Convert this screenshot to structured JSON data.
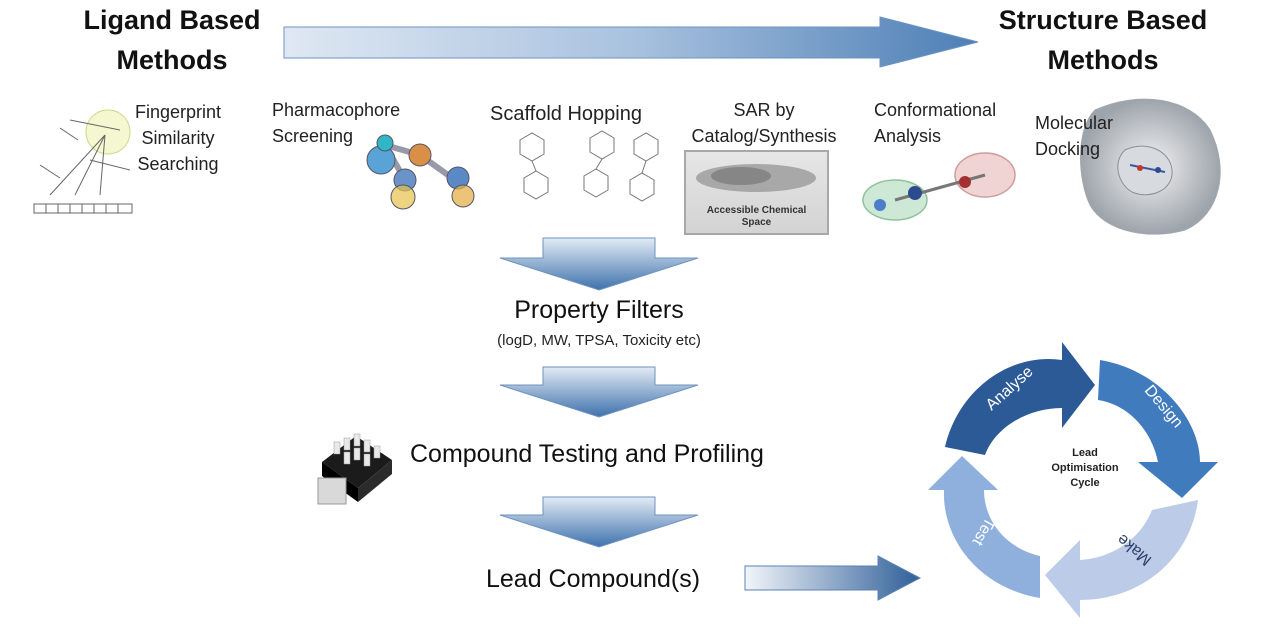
{
  "header": {
    "left_line1": "Ligand Based",
    "left_line2": "Methods",
    "right_line1": "Structure Based",
    "right_line2": "Methods"
  },
  "methods": {
    "fingerprint": [
      "Fingerprint",
      "Similarity",
      "Searching"
    ],
    "pharmacophore": [
      "Pharmacophore",
      "Screening"
    ],
    "scaffold": "Scaffold Hopping",
    "sar": [
      "SAR by",
      "Catalog/Synthesis"
    ],
    "sar_caption": [
      "Accessible Chemical",
      "Space"
    ],
    "conformational": [
      "Conformational",
      "Analysis"
    ],
    "docking": [
      "Molecular",
      "Docking"
    ]
  },
  "pipeline": {
    "property_filters": "Property Filters",
    "property_filters_sub": "(logD, MW, TPSA, Toxicity etc)",
    "testing": "Compound Testing and Profiling",
    "lead": "Lead Compound(s)"
  },
  "cycle": {
    "center": [
      "Lead",
      "Optimisation",
      "Cycle"
    ],
    "analyse": "Analyse",
    "design": "Design",
    "make": "Make",
    "test": "Test",
    "colors": {
      "analyse": "#2c5a97",
      "design": "#3f7bbd",
      "make": "#bccbe8",
      "test": "#8fb0dc"
    }
  },
  "colors": {
    "arrow_dark": "#3a6ea6",
    "arrow_light": "#e8eef6"
  }
}
